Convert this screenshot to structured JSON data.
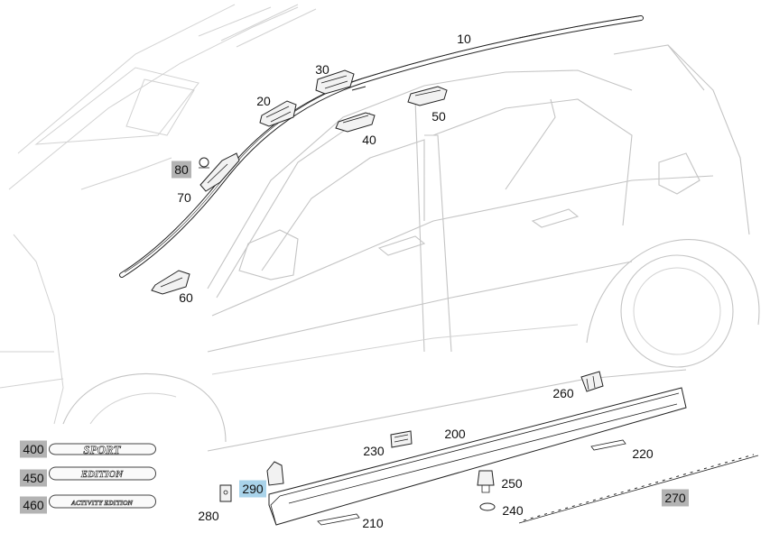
{
  "diagram": {
    "part_labels": [
      {
        "id": "10",
        "highlight": false
      },
      {
        "id": "20",
        "highlight": false
      },
      {
        "id": "30",
        "highlight": false
      },
      {
        "id": "40",
        "highlight": false
      },
      {
        "id": "50",
        "highlight": false
      },
      {
        "id": "60",
        "highlight": false
      },
      {
        "id": "70",
        "highlight": false
      },
      {
        "id": "80",
        "highlight": true,
        "highlight_color": "#b3b3b3"
      },
      {
        "id": "200",
        "highlight": false
      },
      {
        "id": "210",
        "highlight": false
      },
      {
        "id": "220",
        "highlight": false
      },
      {
        "id": "230",
        "highlight": false
      },
      {
        "id": "240",
        "highlight": false
      },
      {
        "id": "250",
        "highlight": false
      },
      {
        "id": "260",
        "highlight": false
      },
      {
        "id": "270",
        "highlight": true,
        "highlight_color": "#b3b3b3"
      },
      {
        "id": "280",
        "highlight": false
      },
      {
        "id": "290",
        "highlight": true,
        "highlight_color": "#a9d3ea"
      },
      {
        "id": "400",
        "highlight": true,
        "highlight_color": "#b3b3b3"
      },
      {
        "id": "450",
        "highlight": true,
        "highlight_color": "#b3b3b3"
      },
      {
        "id": "460",
        "highlight": true,
        "highlight_color": "#b3b3b3"
      }
    ],
    "badges": [
      {
        "text": "SPORT"
      },
      {
        "text": "EDITION"
      },
      {
        "text": "ACTIVITY EDITION"
      }
    ]
  }
}
